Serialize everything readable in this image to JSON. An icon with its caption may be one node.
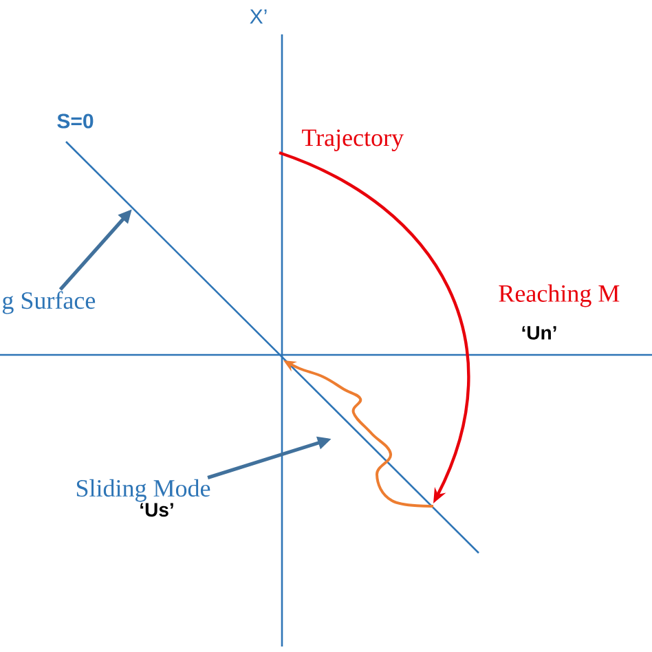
{
  "diagram": {
    "nodes": [
      {
        "text": [
          "g Surface"
        ]
      },
      {
        "text": [
          "Sliding Mode",
          "‘Us’"
        ]
      }
    ],
    "edges": [
      {
        "from": 0,
        "to": null,
        "arrow": "to"
      },
      {
        "from": 1,
        "to": null,
        "arrow": "to"
      }
    ],
    "labels": [
      "X’",
      "S=0",
      "Trajectory",
      "Reaching M",
      "‘Un’"
    ]
  }
}
